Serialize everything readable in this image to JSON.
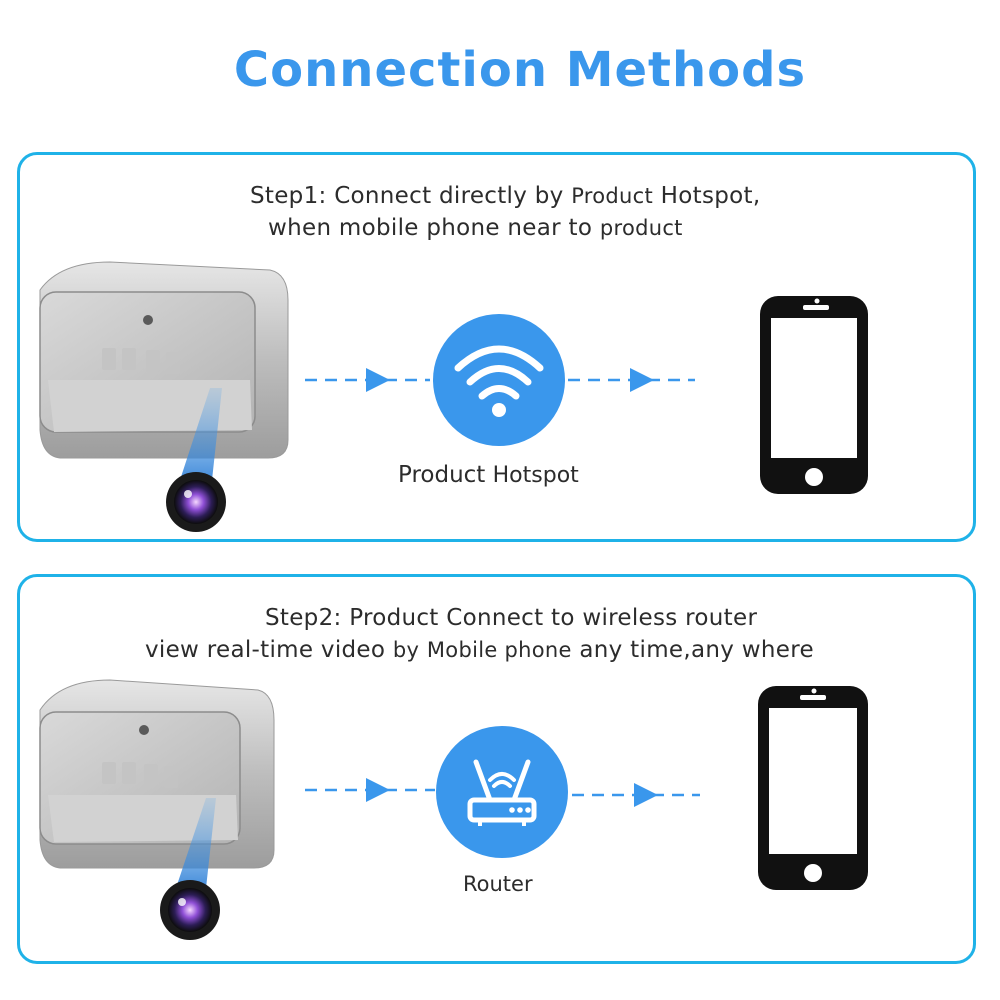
{
  "title": "Connection Methods",
  "colors": {
    "accent": "#3a97ec",
    "panel_border": "#1fb2e8",
    "text": "#2c2c2c"
  },
  "step1": {
    "prefix": "Step1:",
    "line1_a": "Connect directly by",
    "line1_b": "Product",
    "line1_c": "Hotspot,",
    "line2_a": "when mobile phone near to",
    "line2_b": "product",
    "node_icon": "wifi-icon",
    "node_label_a": "Product",
    "node_label_b": "Hotspot"
  },
  "step2": {
    "prefix": "Step2:",
    "line1_a": "Product",
    "line1_b": "Connect to wireless router",
    "line2_a": "view real-time video",
    "line2_b": "by",
    "line2_c": "Mobile phone",
    "line2_d": "any time,any where",
    "node_icon": "router-icon",
    "node_label": "Router"
  }
}
